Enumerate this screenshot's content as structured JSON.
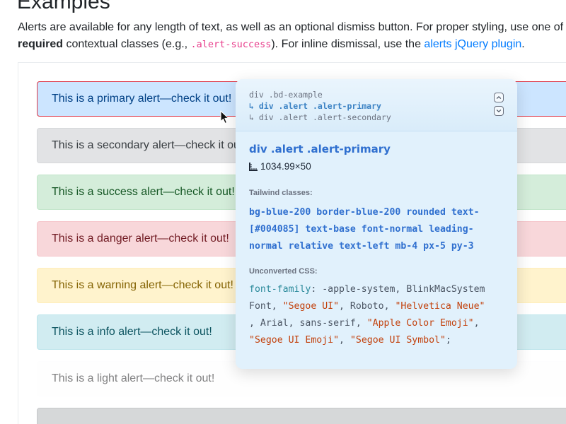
{
  "page": {
    "heading": "Examples",
    "intro_line1_text": "Alerts are available for any length of text, as well as an optional dismiss button. For proper styling, use one of the",
    "intro_line2_bold": "required",
    "intro_line2_a": " contextual classes (e.g., ",
    "intro_line2_code": ".alert-success",
    "intro_line2_b": "). For inline dismissal, use the ",
    "intro_line2_link": "alerts jQuery plugin",
    "intro_line2_c": "."
  },
  "alerts": [
    {
      "label": "This is a primary alert—check it out!"
    },
    {
      "label": "This is a secondary alert—check it out!"
    },
    {
      "label": "This is a success alert—check it out!"
    },
    {
      "label": "This is a danger alert—check it out!"
    },
    {
      "label": "This is a warning alert—check it out!"
    },
    {
      "label": "This is a info alert—check it out!"
    },
    {
      "label": "This is a light alert—check it out!"
    },
    {
      "label": ""
    }
  ],
  "inspector": {
    "breadcrumb": [
      "div .bd-example",
      "↳ div .alert .alert-primary",
      "↳ div .alert .alert-secondary"
    ],
    "selected_title": "div .alert .alert-primary",
    "dimensions": "1034.99×50",
    "tailwind_label": "Tailwind classes:",
    "tailwind_lines": [
      "bg-blue-200 border-blue-200 rounded text-",
      "[#004085] text-base font-normal leading-",
      "normal relative text-left mb-4 px-5 py-3"
    ],
    "css_label": "Unconverted CSS:",
    "css": {
      "prop": "font-family",
      "l1_after_prop": ": -apple-system, BlinkMacSystem",
      "l2_a": "Font, ",
      "l2_str1": "\"Segoe UI\"",
      "l2_b": ", Roboto, ",
      "l2_str2": "\"Helvetica Neue\"",
      "l3_a": ", Arial, sans-serif, ",
      "l3_str1": "\"Apple Color Emoji\"",
      "l3_b": ",",
      "l4_str1": "\"Segoe UI Emoji\"",
      "l4_a": ", ",
      "l4_str2": "\"Segoe UI Symbol\"",
      "l4_b": ";"
    },
    "icons": {
      "up": "chevron-up-icon",
      "down": "chevron-down-icon",
      "dims": "ruler-icon"
    }
  },
  "colors": {
    "primary_bg": "#cce5ff",
    "inspector_bg": "#e1f1fc",
    "link": "#007bff",
    "accent": "#2f6fcf"
  }
}
